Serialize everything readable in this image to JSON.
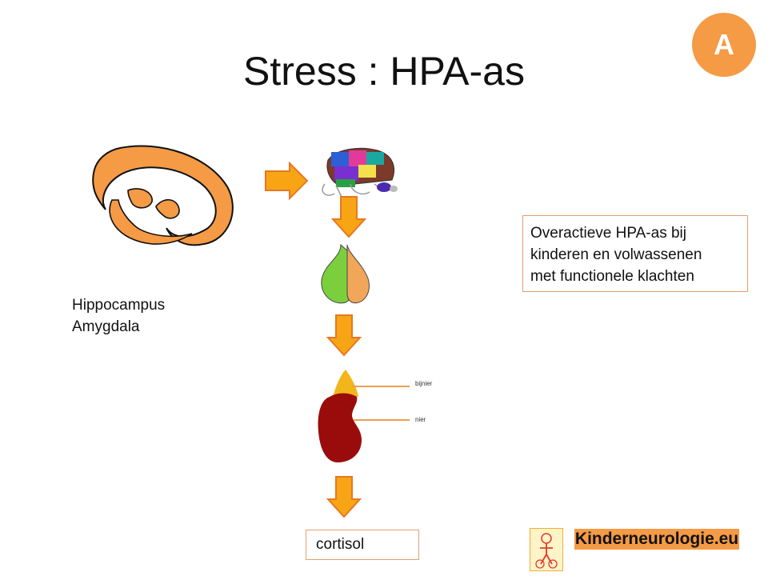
{
  "slide": {
    "title": "Stress : HPA-as",
    "badge": "A"
  },
  "labels": {
    "brain_line1": "Hippocampus",
    "brain_line2": "Amygdala",
    "note_line1": "Overactieve HPA-as bij",
    "note_line2": "kinderen en volwassenen",
    "note_line3": "met functionele klachten",
    "bijnier": "bijnier",
    "nier": "nier",
    "cortisol": "cortisol",
    "brand": "Kinderneurologie.eu"
  },
  "colors": {
    "accent_orange": "#f59a45",
    "arrow_fill": "#f7a515",
    "arrow_stroke": "#e87722",
    "kidney": "#9a0c0c",
    "adrenal": "#f2b51c",
    "gland_green": "#7ccf3c",
    "gland_orange": "#f2a65a"
  },
  "icons": [
    "brain-outline-icon",
    "brain-colored-icon",
    "pituitary-gland-icon",
    "kidney-adrenal-icon",
    "arrow-right-icon",
    "arrow-down-icon",
    "logo-icon"
  ]
}
